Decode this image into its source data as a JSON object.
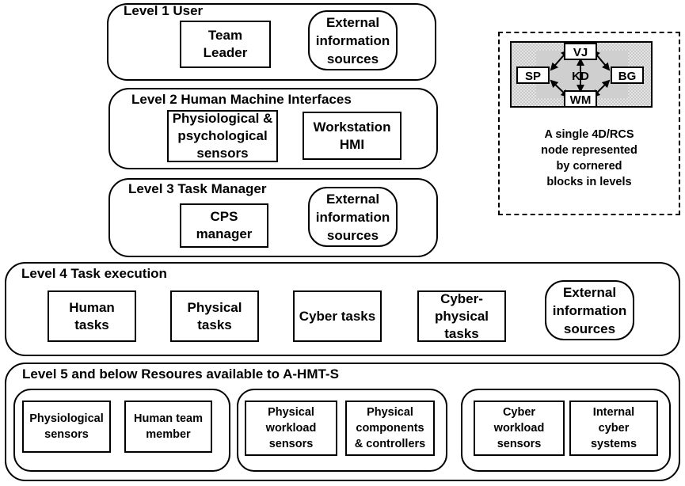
{
  "levels": {
    "l1": {
      "title": "Level 1  User",
      "team_leader": "Team\nLeader",
      "external": "External\ninformation\nsources"
    },
    "l2": {
      "title": "Level 2  Human Machine Interfaces",
      "sensors": "Physiological &\npsychological\nsensors",
      "hmi": "Workstation\nHMI"
    },
    "l3": {
      "title": "Level 3  Task Manager",
      "cps": "CPS\nmanager",
      "external": "External\ninformation\nsources"
    },
    "l4": {
      "title": "Level 4  Task execution",
      "human": "Human\ntasks",
      "physical": "Physical\ntasks",
      "cyber": "Cyber tasks",
      "cps_tasks": "Cyber-\nphysical\ntasks",
      "external": "External\ninformation\nsources"
    },
    "l5": {
      "title": "Level 5 and below  Resoures available to A-HMT-S",
      "phys_sensors": "Physiological\nsensors",
      "team_member": "Human team\nmember",
      "phys_workload": "Physical\nworkload\nsensors",
      "phys_components": "Physical\ncomponents\n& controllers",
      "cyber_workload": "Cyber\nworkload\nsensors",
      "internal_cyber": "Internal\ncyber\nsystems"
    }
  },
  "legend": {
    "nodes": {
      "top": "VJ",
      "left": "SP",
      "center": "KD",
      "right": "BG",
      "bottom": "WM"
    },
    "caption": "A single 4D/RCS\nnode represented\nby cornered\nblocks in levels"
  }
}
